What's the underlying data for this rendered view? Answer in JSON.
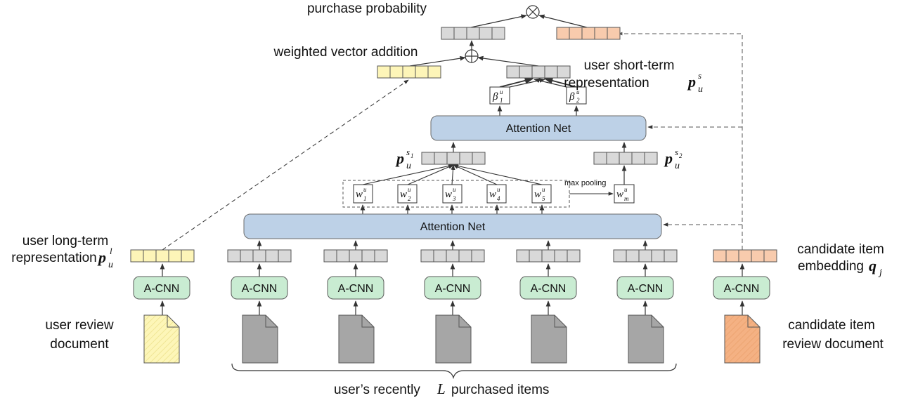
{
  "labels": {
    "purchase_probability": "purchase probability",
    "weighted_vector_addition": "weighted vector addition",
    "short_term_line1": "user short-term",
    "short_term_line2": "representation",
    "long_term_line1": "user long-term",
    "long_term_line2": "representation",
    "candidate_emb_line1": "candidate item",
    "candidate_emb_line2": "embedding",
    "user_review_line1": "user review",
    "user_review_line2": "document",
    "candidate_review_line1": "candidate item",
    "candidate_review_line2": "review document",
    "max_pooling": "max pooling",
    "recent_items_prefix": "user’s recently",
    "recent_items_var": "L",
    "recent_items_suffix": "purchased items"
  },
  "boxes": {
    "attention_net": "Attention Net",
    "acnn": "A-CNN"
  },
  "symbols": {
    "times": "⊗",
    "plus": "⊕",
    "p": "p",
    "u": "u",
    "s": "s",
    "l": "l",
    "s1": "s",
    "s1_sub": "1",
    "s2": "s",
    "s2_sub": "2",
    "q": "q",
    "j": "j",
    "beta": "β",
    "w": "w",
    "sub_1": "1",
    "sub_2": "2",
    "sub_3": "3",
    "sub_4": "4",
    "sub_5": "5",
    "sub_m": "m"
  },
  "colors": {
    "gray_cell": "#d9d9d9",
    "yellow_cell": "#fdf5b8",
    "orange_cell": "#f8cbad",
    "attention_fill": "#bdd1e7",
    "acnn_fill": "#c9ecd2",
    "doc_gray": "#a6a6a6",
    "doc_yellow": "#fdf6b8",
    "doc_orange": "#f4b183"
  }
}
